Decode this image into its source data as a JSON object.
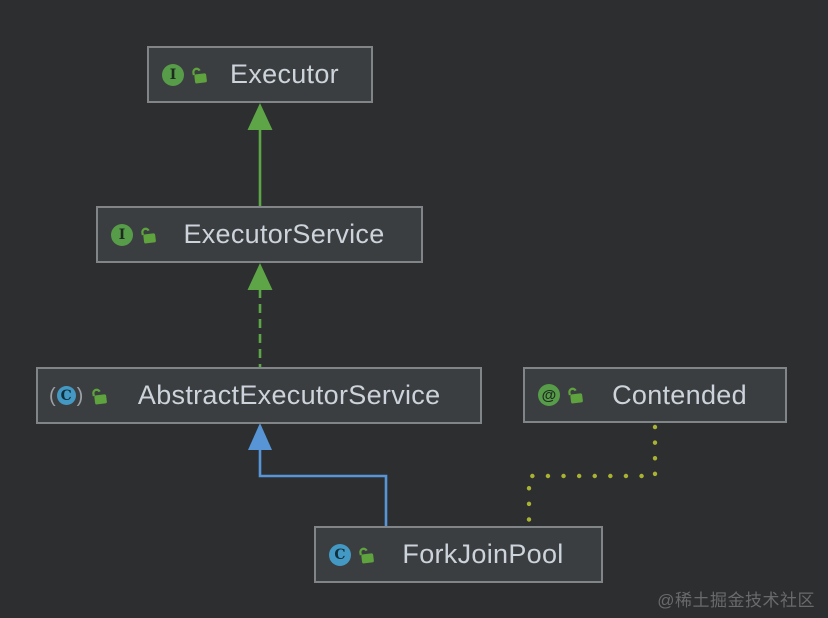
{
  "diagram": {
    "tool": "uml-class-diagram",
    "watermark": "@稀土掘金技术社区"
  },
  "colors": {
    "background": "#2c2e30",
    "box_fill": "#3b3e41",
    "box_border": "#818587",
    "label_text": "#ccd3da",
    "interface_green": "#579c49",
    "annotation_green": "#579c49",
    "class_blue": "#4499c4",
    "lock_green": "#5fa33e",
    "inheritance_green": "#5da546",
    "extends_blue": "#5795d7",
    "annotation_dotted": "#a9b233"
  },
  "nodes": {
    "executor": {
      "label": "Executor",
      "type": "interface",
      "icon_letter": "I"
    },
    "executor_service": {
      "label": "ExecutorService",
      "type": "interface",
      "icon_letter": "I"
    },
    "abstract_executor_service": {
      "label": "AbstractExecutorService",
      "type": "abstract-class",
      "icon_letter": "C",
      "paren_open": "(",
      "paren_close": ")"
    },
    "contended": {
      "label": "Contended",
      "type": "annotation",
      "icon_letter": "@"
    },
    "fork_join_pool": {
      "label": "ForkJoinPool",
      "type": "class",
      "icon_letter": "C"
    }
  },
  "edges": [
    {
      "from": "ExecutorService",
      "to": "Executor",
      "relation": "extends",
      "style": "solid",
      "color": "#5da546"
    },
    {
      "from": "AbstractExecutorService",
      "to": "ExecutorService",
      "relation": "implements",
      "style": "dashed",
      "color": "#5da546"
    },
    {
      "from": "ForkJoinPool",
      "to": "AbstractExecutorService",
      "relation": "extends",
      "style": "solid",
      "color": "#5795d7"
    },
    {
      "from": "ForkJoinPool",
      "to": "Contended",
      "relation": "annotated-with",
      "style": "dotted",
      "color": "#a9b233"
    }
  ]
}
